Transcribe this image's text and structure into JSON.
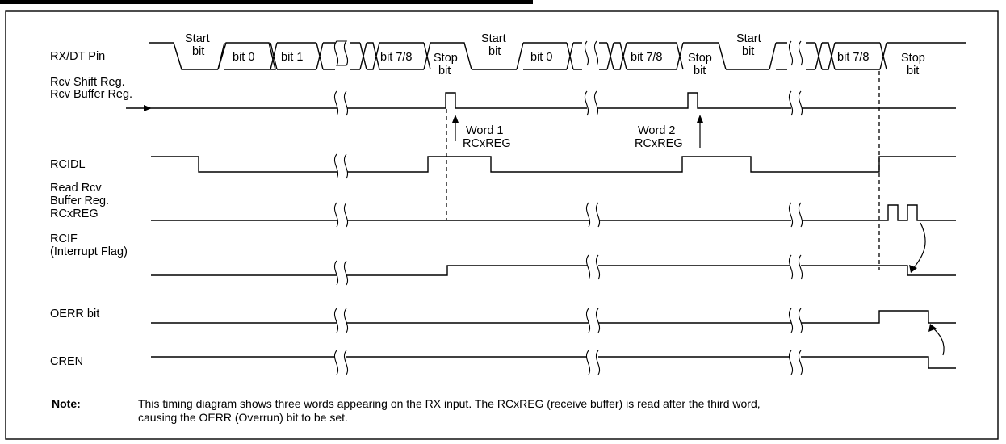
{
  "signals": {
    "rx_pin": "RX/DT Pin",
    "rcv_shift_1": "Rcv Shift Reg.",
    "rcv_shift_2": "Rcv Buffer Reg.",
    "rcidl": "RCIDL",
    "read_rcv_1": "Read Rcv",
    "read_rcv_2": "Buffer Reg.",
    "read_rcv_3": "RCxREG",
    "rcif_1": "RCIF",
    "rcif_2": "(Interrupt Flag)",
    "oerr": "OERR bit",
    "cren": "CREN"
  },
  "rx_cells": {
    "start1_a": "Start",
    "start1_b": "bit",
    "bit0_1": "bit 0",
    "bit1_1": "bit 1",
    "bit78_1": "bit 7/8",
    "stop1_a": "Stop",
    "stop1_b": "bit",
    "start2_a": "Start",
    "start2_b": "bit",
    "bit0_2": "bit 0",
    "bit78_2": "bit 7/8",
    "stop2_a": "Stop",
    "stop2_b": "bit",
    "start3_a": "Start",
    "start3_b": "bit",
    "bit78_3": "bit 7/8",
    "stop3_a": "Stop",
    "stop3_b": "bit"
  },
  "annotations": {
    "word1_a": "Word 1",
    "word1_b": "RCxREG",
    "word2_a": "Word 2",
    "word2_b": "RCxREG"
  },
  "note": {
    "label": "Note:",
    "line1": "This timing diagram shows three words appearing on the RX input. The RCxREG (receive buffer) is read after the third word,",
    "line2": "causing the OERR (Overrun) bit to be set."
  }
}
